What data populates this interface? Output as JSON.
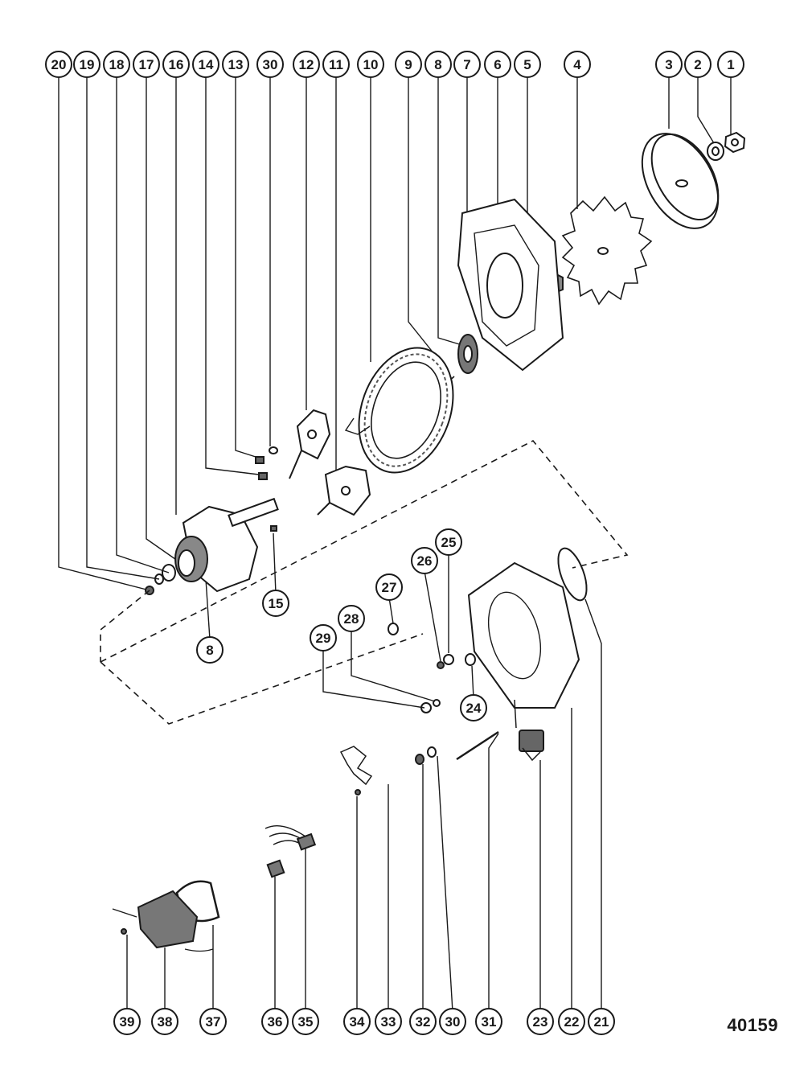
{
  "diagram": {
    "drawing_number": "40159",
    "top_callouts": [
      "20",
      "19",
      "18",
      "17",
      "16",
      "14",
      "13",
      "30",
      "12",
      "11",
      "10",
      "9",
      "8",
      "7",
      "6",
      "5",
      "4",
      "3",
      "2",
      "1"
    ],
    "bottom_callouts": [
      "39",
      "38",
      "37",
      "36",
      "35",
      "34",
      "33",
      "32",
      "30",
      "31",
      "23",
      "22",
      "21"
    ],
    "mid_callouts": [
      "15",
      "8",
      "27",
      "26",
      "25",
      "28",
      "29",
      "24"
    ],
    "colors": {
      "ink": "#1a1a1a",
      "shade": "#555555",
      "paper": "#ffffff"
    }
  }
}
